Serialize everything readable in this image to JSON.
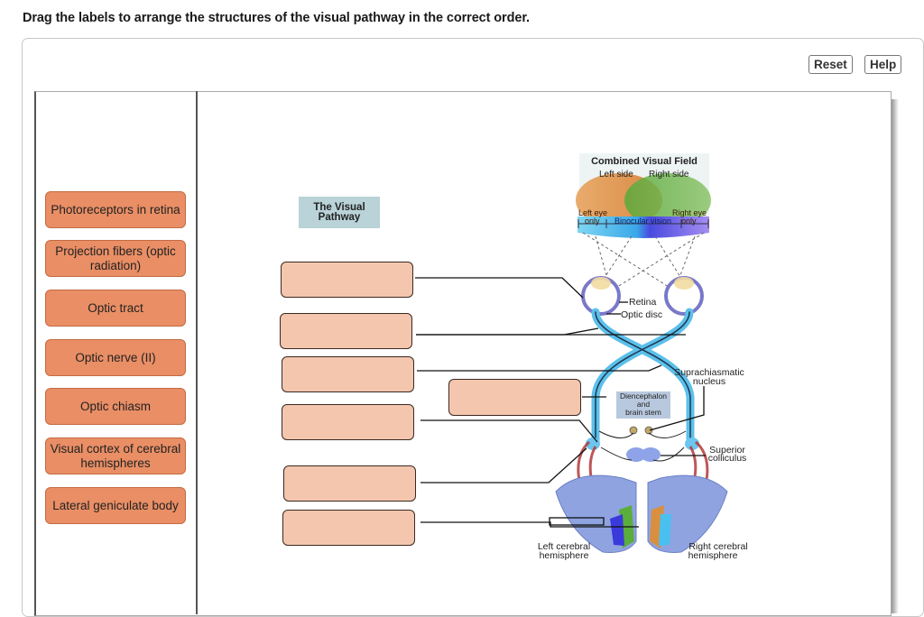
{
  "instruction": "Drag the labels to arrange the structures of the visual pathway in the correct order.",
  "toolbar": {
    "reset_label": "Reset",
    "help_label": "Help"
  },
  "label_bank": [
    {
      "label": "Photoreceptors in retina"
    },
    {
      "label": "Projection fibers (optic radiation)"
    },
    {
      "label": "Optic tract"
    },
    {
      "label": "Optic nerve (II)"
    },
    {
      "label": "Optic chiasm"
    },
    {
      "label": "Visual cortex of cerebral hemispheres"
    },
    {
      "label": "Lateral geniculate body"
    }
  ],
  "drop_targets": [
    {
      "value": ""
    },
    {
      "value": ""
    },
    {
      "value": ""
    },
    {
      "value": ""
    },
    {
      "value": ""
    },
    {
      "value": ""
    },
    {
      "value": ""
    }
  ],
  "diagram": {
    "title": "The Visual Pathway",
    "visual_field": {
      "title": "Combined Visual Field",
      "left_side": "Left side",
      "right_side": "Right side",
      "left_eye_only_1": "Left eye",
      "left_eye_only_2": "only",
      "binocular": "Binocular vision",
      "right_eye_only_1": "Right eye",
      "right_eye_only_2": "only"
    },
    "labels": {
      "retina": "Retina",
      "optic_disc": "Optic disc",
      "suprachiasmatic_1": "Suprachiasmatic",
      "suprachiasmatic_2": "nucleus",
      "diencephalon_1": "Diencephalon",
      "diencephalon_2": "and",
      "diencephalon_3": "brain stem",
      "superior_colliculus_1": "Superior",
      "superior_colliculus_2": "colliculus",
      "left_hemisphere_1": "Left cerebral",
      "left_hemisphere_2": "hemisphere",
      "right_hemisphere_1": "Right cerebral",
      "right_hemisphere_2": "hemisphere"
    }
  },
  "colors": {
    "label_chip": "#e98e65",
    "drop_target": "#f4c6ae",
    "title_box": "#b9d3d8"
  }
}
